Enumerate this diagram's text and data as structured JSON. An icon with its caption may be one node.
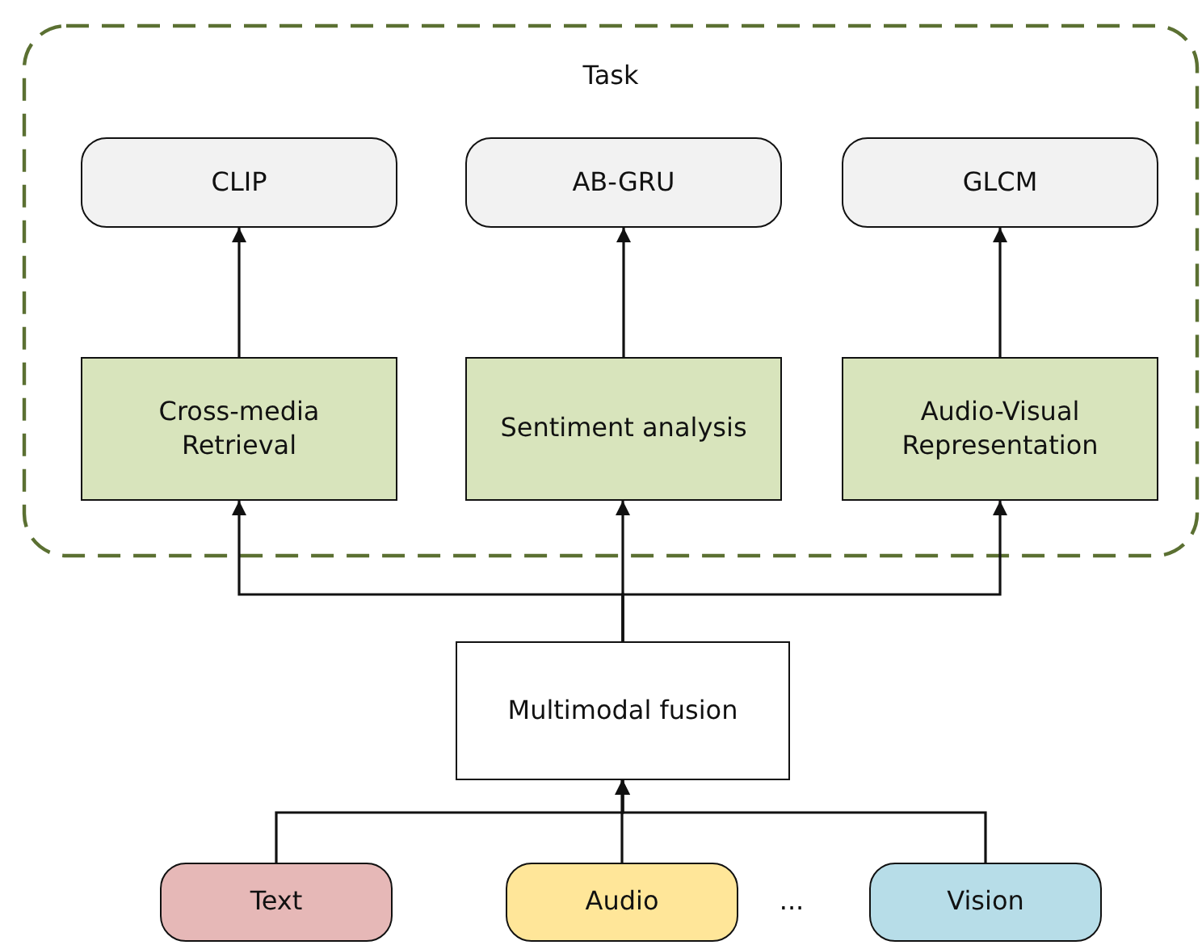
{
  "diagram": {
    "nodes": [
      {
        "text": [
          "Task"
        ]
      },
      {
        "text": [
          "CLIP"
        ],
        "in": 0
      },
      {
        "text": [
          "AB-GRU"
        ],
        "in": 0
      },
      {
        "text": [
          "GLCM"
        ],
        "in": 0
      },
      {
        "text": [
          "Cross-media Retrieval"
        ],
        "in": 0
      },
      {
        "text": [
          "Sentiment analysis"
        ],
        "in": 0
      },
      {
        "text": [
          "Audio-Visual Representation"
        ],
        "in": 0
      },
      {
        "text": [
          "Multimodal fusion"
        ]
      },
      {
        "text": [
          "Text"
        ]
      },
      {
        "text": [
          "Audio"
        ]
      },
      {
        "text": [
          "Vision"
        ]
      }
    ],
    "edges": [
      {
        "from": 4,
        "to": 1,
        "arrow": "to"
      },
      {
        "from": 5,
        "to": 2,
        "arrow": "to"
      },
      {
        "from": 6,
        "to": 3,
        "arrow": "to"
      },
      {
        "from": 7,
        "to": 4,
        "arrow": "to"
      },
      {
        "from": 7,
        "to": 5,
        "arrow": "to"
      },
      {
        "from": 7,
        "to": 6,
        "arrow": "to"
      },
      {
        "from": 8,
        "to": 7,
        "arrow": "to"
      },
      {
        "from": 9,
        "to": 7,
        "arrow": "to"
      },
      {
        "from": 10,
        "to": 7,
        "arrow": "to"
      }
    ],
    "labels": [
      "..."
    ]
  }
}
